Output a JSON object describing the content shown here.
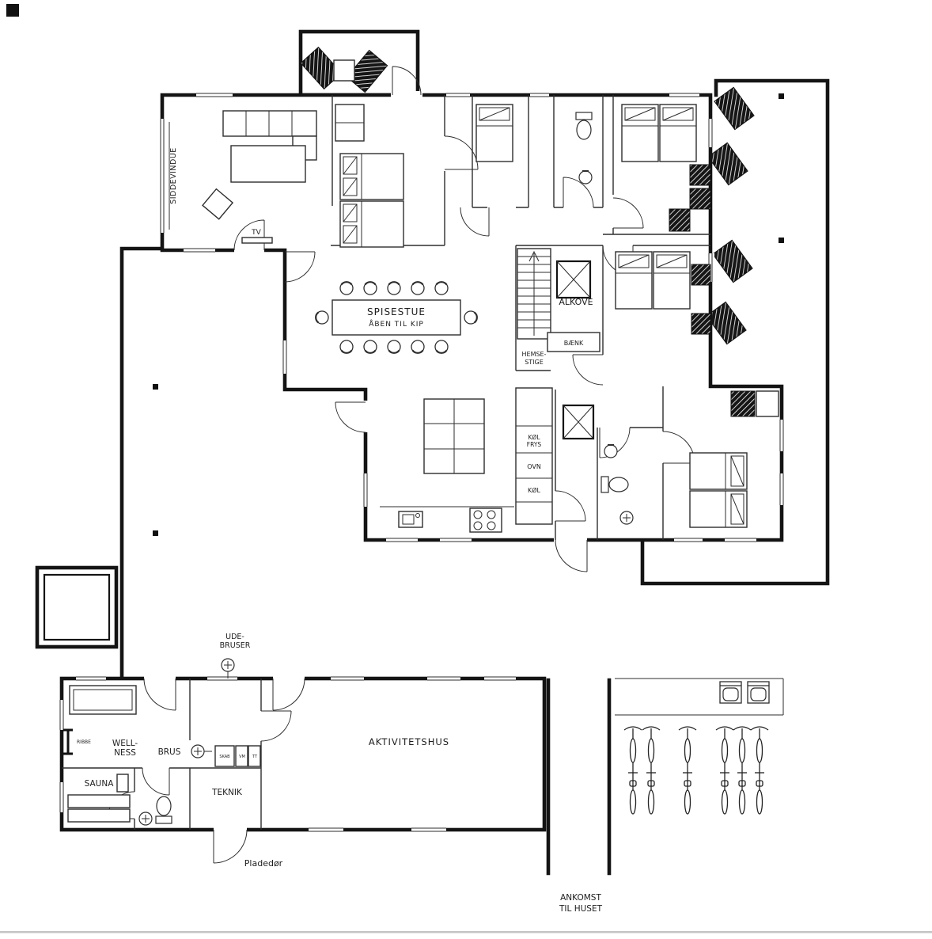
{
  "labels": {
    "siddevindue": "SIDDEVINDUE",
    "tv": "TV",
    "spisestue": "SPISESTUE",
    "aaben_til_kip": "ÅBEN TIL KIP",
    "alkove": "ALKOVE",
    "baenk": "BÆNK",
    "hemse1": "HEMSE-",
    "hemse2": "STIGE",
    "koel_frys1": "KØL",
    "koel_frys2": "FRYS",
    "ovn": "OVN",
    "koel": "KØL",
    "ude1": "UDE-",
    "ude2": "BRUSER",
    "ribbe": "RIBBE",
    "well1": "WELL-",
    "well2": "NESS",
    "brus": "BRUS",
    "skab": "SKAB",
    "vm": "VM",
    "tt": "TT",
    "sauna": "SAUNA",
    "teknik": "TEKNIK",
    "aktivitetshus": "AKTIVITETSHUS",
    "pladedoer": "Pladedør",
    "ankomst1": "ANKOMST",
    "ankomst2": "TIL HUSET"
  },
  "colors": {
    "wall": "#141414",
    "line": "#2e2e2e",
    "background": "#ffffff",
    "footer_rule": "#c4c4c4"
  }
}
